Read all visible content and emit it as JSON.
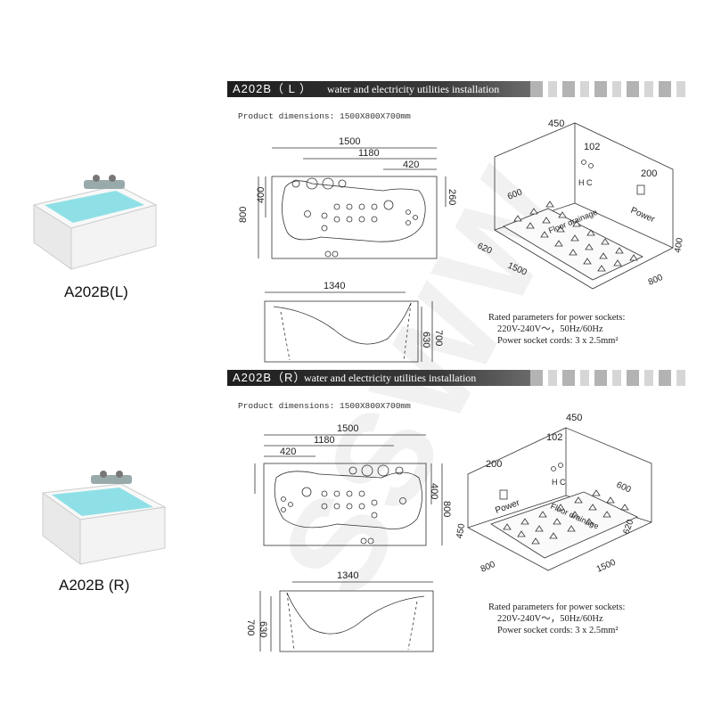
{
  "models": {
    "left": {
      "label": "A202B(L)"
    },
    "right": {
      "label": "A202B (R)"
    }
  },
  "sections": {
    "left": {
      "code": "A202B（ L ）",
      "title": "water and electricity utilities installation",
      "product_dimensions": "Product dimensions: 1500X800X700mm"
    },
    "right": {
      "code": "A202B（R）",
      "title": "water and electricity utilities installation",
      "product_dimensions": "Product dimensions: 1500X800X700mm"
    }
  },
  "dimensions": {
    "length": "1500",
    "inner_length": "1180",
    "offset": "420",
    "width": "800",
    "inner_width": "400",
    "side": "260",
    "side_length": "1340",
    "height": "700",
    "inner_height": "630",
    "wall_1": "450",
    "wall_2": "102",
    "wall_3": "200",
    "floor_a": "600",
    "floor_b": "620",
    "floor_c": "1500",
    "floor_d": "800",
    "floor_e": "400",
    "floor_e_r": "450"
  },
  "labels": {
    "hc": "H C",
    "power": "Power",
    "floor_drainage": "Floor drainage"
  },
  "rated": {
    "line1": "Rated parameters for power sockets:",
    "line2": "220V-240V～，50Hz/60Hz",
    "line3": "Power socket cords: 3 x 2.5mm²"
  },
  "colors": {
    "water": "#8fe0e6",
    "tub_white": "#f4f4f4",
    "band_dark": "#2a2a2a"
  }
}
